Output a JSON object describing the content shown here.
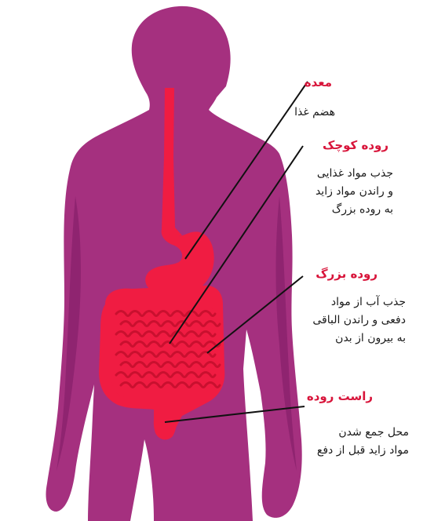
{
  "colors": {
    "body": "#a5307f",
    "body_shade": "#8f2470",
    "organ": "#f01c42",
    "organ_dark": "#c9102f",
    "title_text": "#d8143a",
    "pointer_line": "#111111"
  },
  "labels": [
    {
      "id": "stomach",
      "title": "معده",
      "lines": [
        "هضم غذا"
      ]
    },
    {
      "id": "small-intestine",
      "title": "روده کوچک",
      "lines": [
        "جذب مواد غذایی",
        "و راندن مواد زاید",
        "به روده بزرگ"
      ]
    },
    {
      "id": "large-intestine",
      "title": "روده بزرگ",
      "lines": [
        "جذب آب از مواد",
        "دفعی و راندن الباقی",
        "به بیرون از بدن"
      ]
    },
    {
      "id": "rectum",
      "title": "راست روده",
      "lines": [
        "محل جمع شدن",
        "مواد زاید قبل از دفع"
      ]
    }
  ]
}
